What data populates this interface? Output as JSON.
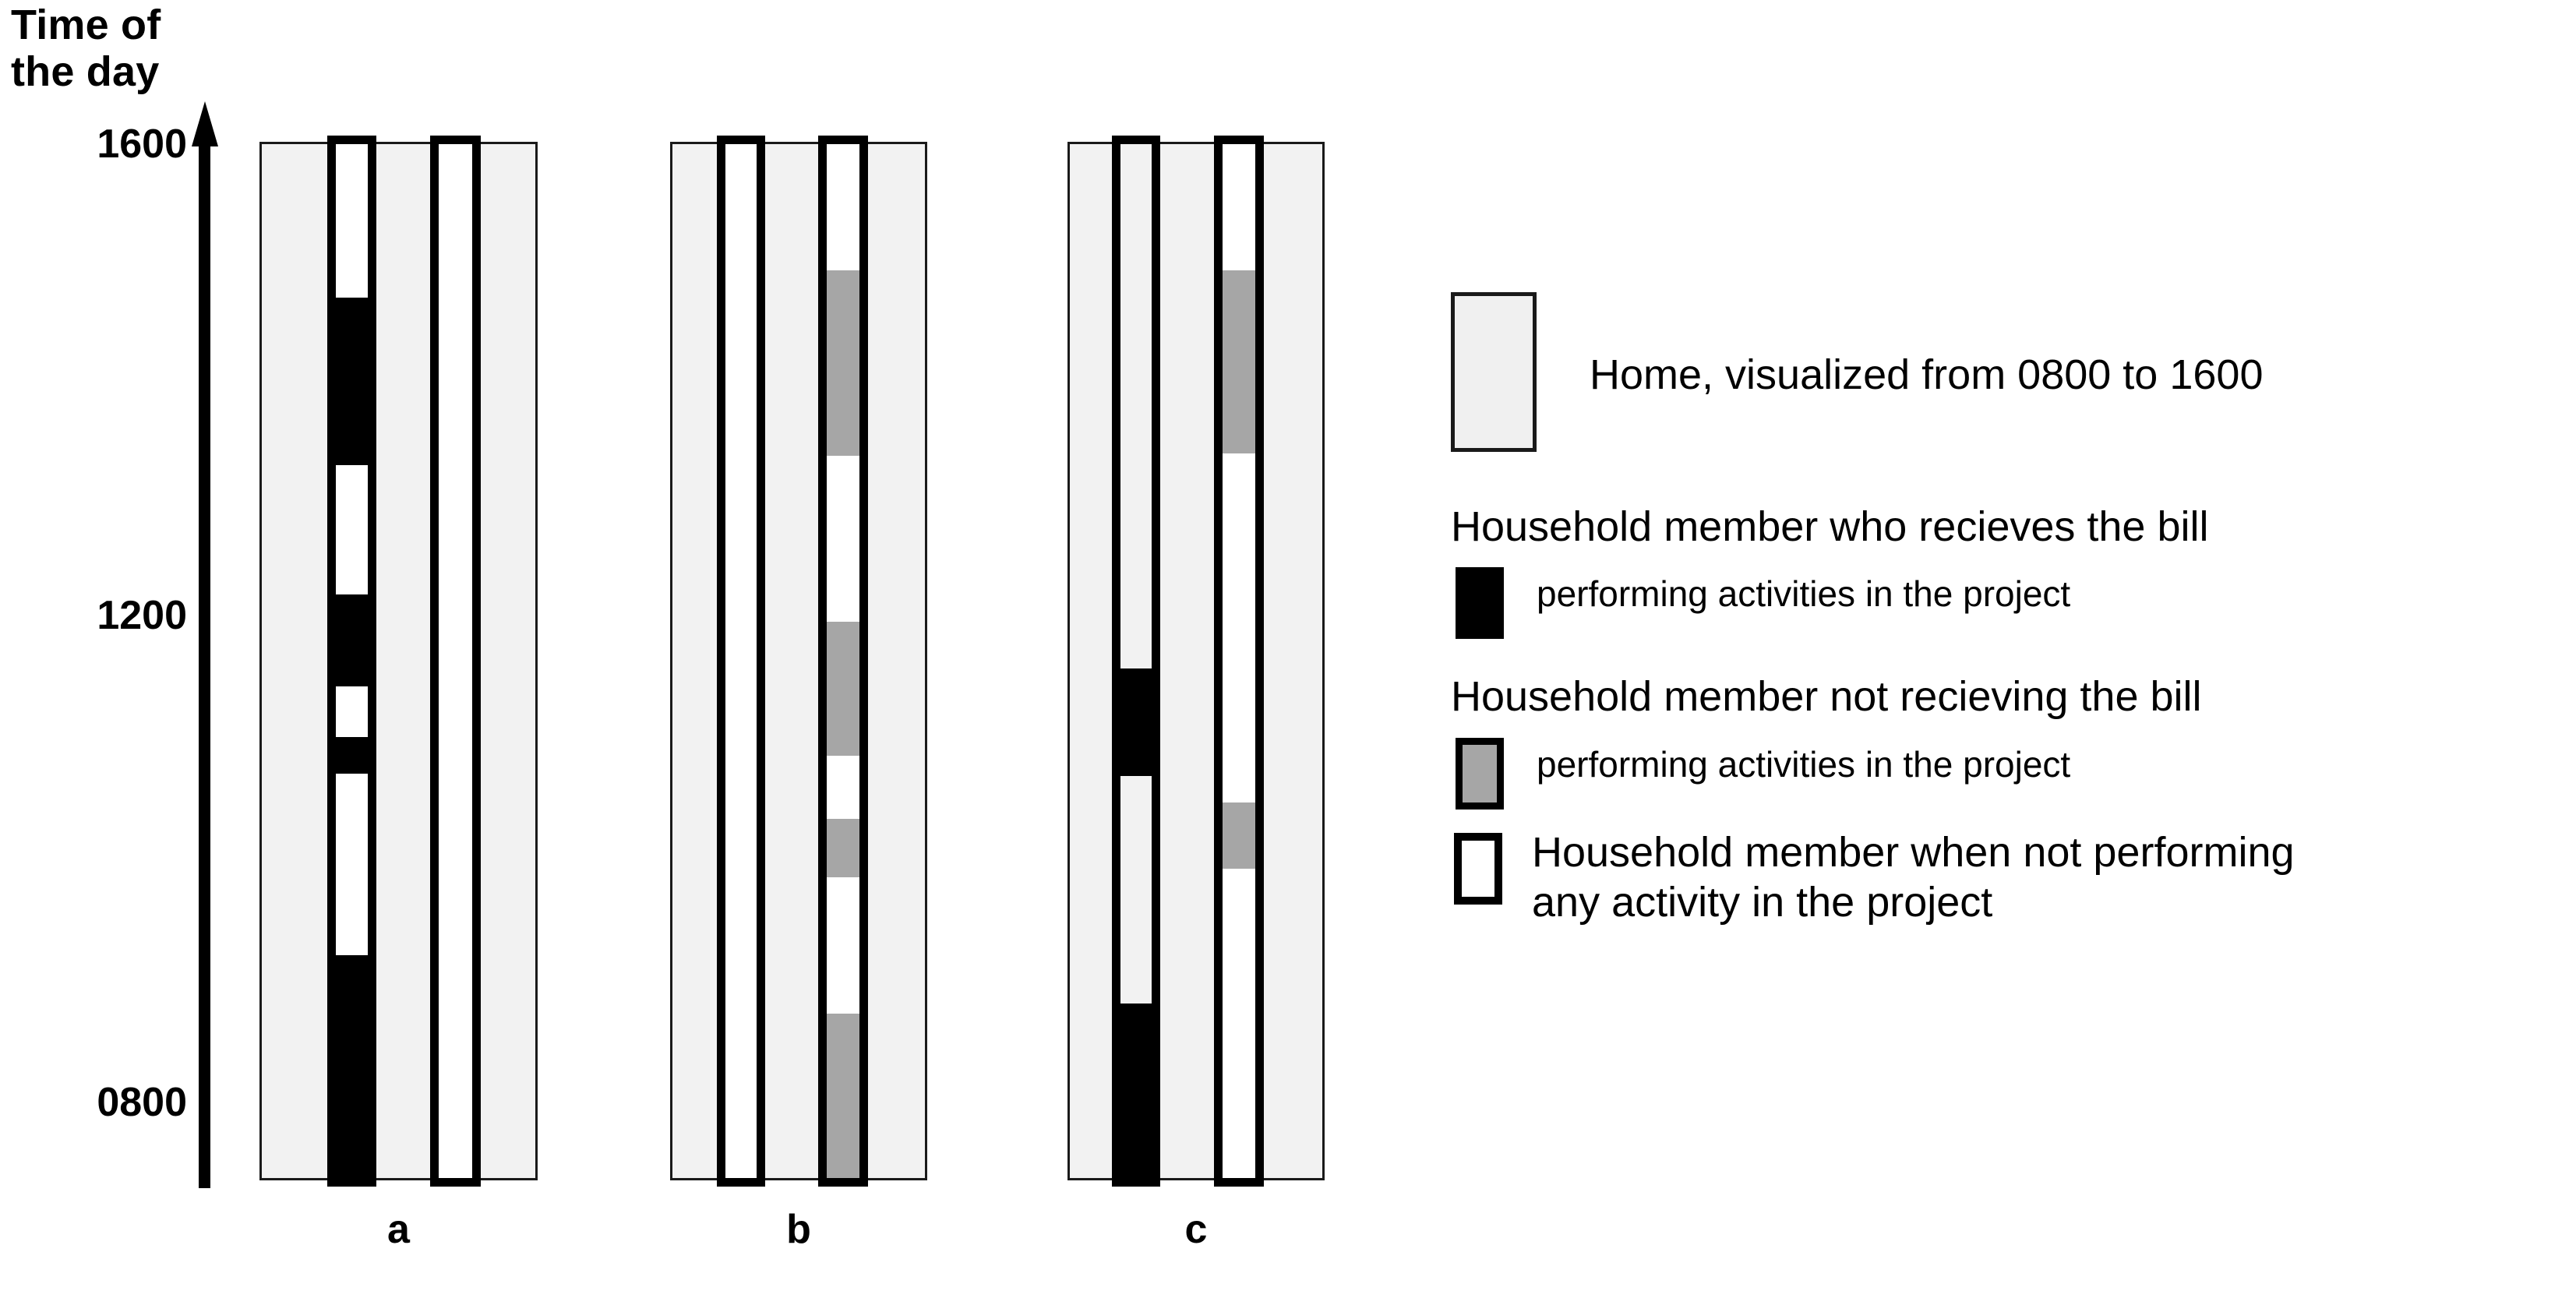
{
  "axis": {
    "title": "Time of\nthe day",
    "ticks": [
      {
        "label": "1600",
        "value": 1600
      },
      {
        "label": "1200",
        "value": 1200
      },
      {
        "label": "0800",
        "value": 800
      }
    ]
  },
  "colors": {
    "home": "#f2f2f2",
    "bill_member_active": "#000000",
    "non_bill_member_active": "#a6a6a6",
    "member_idle": "#ffffff",
    "outline": "#000000"
  },
  "legend": {
    "home_label": "Home, visualized from 0800 to 1600",
    "entries": [
      {
        "head": "Household member who recieves the bill",
        "sub": "performing activities in the project",
        "swatch": "black-swatch"
      },
      {
        "head": "Household member not recieving the bill",
        "sub": "performing activities in the project",
        "swatch": "gray-swatch"
      },
      {
        "head": "Household member when not performing\nany activity in the project",
        "sub": "",
        "swatch": "white-swatch"
      }
    ]
  },
  "chart_data": {
    "type": "timeline",
    "title": "",
    "xlabel": "",
    "ylabel": "Time of the day",
    "ylim": [
      800,
      1600
    ],
    "yticks": [
      800,
      1200,
      1600
    ],
    "grid": false,
    "legend_position": "right",
    "state_key": {
      "active_bill": "Household member who recieves the bill performing activities in the project",
      "active_nonbill": "Household member not recieving the bill performing activities in the project",
      "idle": "Household member when not performing any activity in the project",
      "home": "Home, visualized from 0800 to 1600"
    },
    "categories": [
      "a",
      "b",
      "c"
    ],
    "groups": [
      {
        "name": "a",
        "label": "a",
        "members": [
          {
            "member": "bill-recipient",
            "segments": [
              {
                "state": "idle",
                "start": 1600,
                "end": 1482
              },
              {
                "state": "active_bill",
                "start": 1482,
                "end": 1353
              },
              {
                "state": "idle",
                "start": 1353,
                "end": 1253
              },
              {
                "state": "active_bill",
                "start": 1253,
                "end": 1182
              },
              {
                "state": "idle",
                "start": 1182,
                "end": 1143
              },
              {
                "state": "active_bill",
                "start": 1143,
                "end": 1115
              },
              {
                "state": "idle",
                "start": 1115,
                "end": 975
              },
              {
                "state": "active_bill",
                "start": 975,
                "end": 800
              }
            ]
          },
          {
            "member": "other-member",
            "segments": [
              {
                "state": "idle",
                "start": 1600,
                "end": 800
              }
            ]
          }
        ]
      },
      {
        "name": "b",
        "label": "b",
        "members": [
          {
            "member": "bill-recipient",
            "segments": [
              {
                "state": "idle",
                "start": 1600,
                "end": 800
              }
            ]
          },
          {
            "member": "other-member",
            "segments": [
              {
                "state": "idle",
                "start": 1600,
                "end": 1503
              },
              {
                "state": "active_nonbill",
                "start": 1503,
                "end": 1360
              },
              {
                "state": "idle",
                "start": 1360,
                "end": 1232
              },
              {
                "state": "active_nonbill",
                "start": 1232,
                "end": 1129
              },
              {
                "state": "idle",
                "start": 1129,
                "end": 1080
              },
              {
                "state": "active_nonbill",
                "start": 1080,
                "end": 1035
              },
              {
                "state": "idle",
                "start": 1035,
                "end": 930
              },
              {
                "state": "active_nonbill",
                "start": 930,
                "end": 800
              }
            ]
          }
        ]
      },
      {
        "name": "c",
        "label": "c",
        "members": [
          {
            "member": "bill-recipient",
            "segments": [
              {
                "state": "home",
                "start": 1600,
                "end": 1196
              },
              {
                "state": "active_bill",
                "start": 1196,
                "end": 1113
              },
              {
                "state": "home",
                "start": 1113,
                "end": 938
              },
              {
                "state": "active_bill",
                "start": 938,
                "end": 800
              }
            ]
          },
          {
            "member": "other-member",
            "segments": [
              {
                "state": "idle",
                "start": 1600,
                "end": 1503
              },
              {
                "state": "active_nonbill",
                "start": 1503,
                "end": 1362
              },
              {
                "state": "idle",
                "start": 1362,
                "end": 1093
              },
              {
                "state": "active_nonbill",
                "start": 1093,
                "end": 1042
              },
              {
                "state": "idle",
                "start": 1042,
                "end": 800
              }
            ]
          }
        ]
      }
    ]
  }
}
